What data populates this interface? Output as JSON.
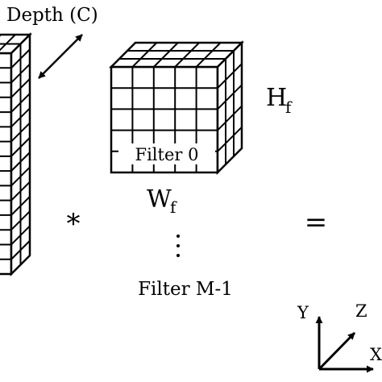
{
  "labels": {
    "depth": "Depth (C)",
    "filter_height_main": "H",
    "filter_height_sub": "f",
    "filter_width_main": "W",
    "filter_width_sub": "f",
    "filter_first": "Filter 0",
    "filter_last": "Filter M-1",
    "convolution_operator": "*",
    "equals_operator": "=",
    "vertical_ellipsis": "⋮",
    "axis_y": "Y",
    "axis_z": "Z",
    "axis_x": "X"
  },
  "filter_grid": {
    "rows": 5,
    "cols": 5,
    "depth_cells": 3
  },
  "colors": {
    "stroke": "#000000",
    "background": "#ffffff"
  }
}
